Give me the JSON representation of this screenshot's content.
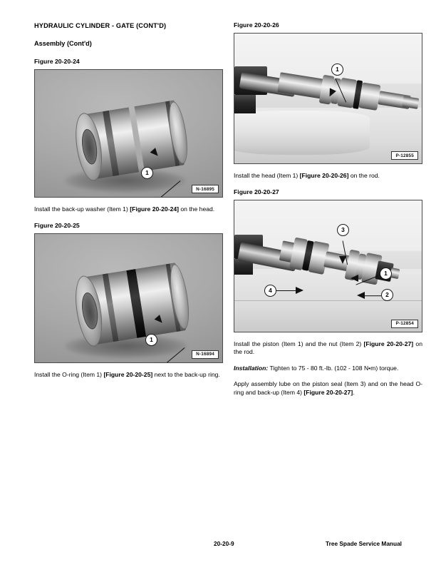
{
  "document": {
    "chapter_title": "HYDRAULIC CYLINDER - GATE (CONT'D)",
    "section_title": "Assembly (Cont'd)"
  },
  "left_column": {
    "figure_24": {
      "title": "Figure 20-20-24",
      "photo_id": "N-16895",
      "callouts": [
        {
          "number": "1"
        }
      ]
    },
    "paragraph_1": {
      "part1": "Install the back-up washer (Item 1) ",
      "bold": "[Figure 20-20-24]",
      "part2": " on the head."
    },
    "figure_25": {
      "title": "Figure 20-20-25",
      "photo_id": "N-16894",
      "callouts": [
        {
          "number": "1"
        }
      ]
    },
    "paragraph_2": {
      "part1": "Install the O-ring (Item 1) ",
      "bold": "[Figure 20-20-25]",
      "part2": " next to the back-up ring."
    }
  },
  "right_column": {
    "figure_26": {
      "title": "Figure 20-20-26",
      "photo_id": "P-12855",
      "callouts": [
        {
          "number": "1"
        }
      ]
    },
    "paragraph_1": {
      "part1": "Install the head (Item 1) ",
      "bold": "[Figure 20-20-26]",
      "part2": " on the rod."
    },
    "figure_27": {
      "title": "Figure 20-20-27",
      "photo_id": "P-12854",
      "callouts": [
        {
          "number": "3"
        },
        {
          "number": "1"
        },
        {
          "number": "4"
        },
        {
          "number": "2"
        }
      ]
    },
    "paragraph_2": {
      "part1": "Install the piston (Item 1) and the nut (Item 2) ",
      "bold": "[Figure 20-20-27]",
      "part2": " on the rod."
    },
    "paragraph_3": {
      "label": "Installation:",
      "text": " Tighten to 75 - 80 ft.-lb. (102 - 108 N•m) torque."
    },
    "paragraph_4": {
      "part1": "Apply assembly lube on the piston seal (Item 3) and on the head O-ring and back-up (Item 4) ",
      "bold": "[Figure 20-20-27]",
      "part2": "."
    }
  },
  "footer": {
    "page_number": "20-20-9",
    "manual_name": "Tree Spade Service Manual"
  }
}
